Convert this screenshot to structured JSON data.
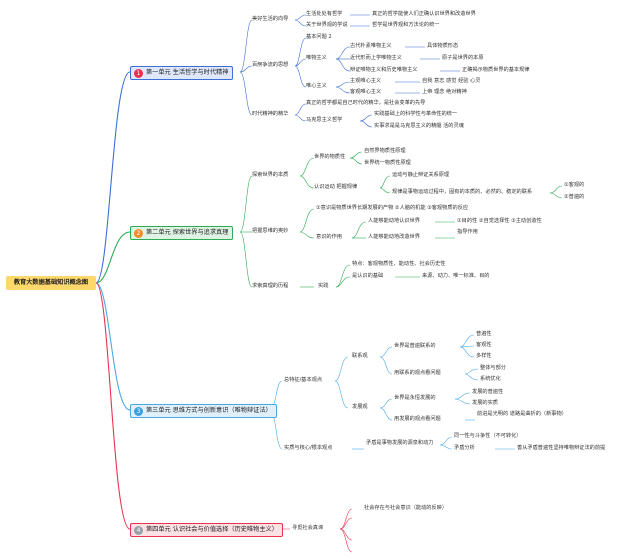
{
  "root": "教育大数据基础知识概念图",
  "colors": {
    "u1": "#3d6fd6",
    "u2": "#2faa55",
    "u3": "#4aa8e6",
    "u4": "#e8334f",
    "u1_bg": "#dfe8fb",
    "u2_bg": "#dff3e5",
    "u3_bg": "#e0f0fb",
    "u4_bg": "#fbe0e4"
  },
  "u1": {
    "num": "1",
    "title": "第一单元 生活哲学与时代精神",
    "b1": "美好生活的向导",
    "b1a": "生活处处有哲学",
    "b1a1": "真正的哲学能使人们正确认识世界和改造世界",
    "b1b": "关于世界观的学说",
    "b1b1": "哲学是世界观和方法论的统一",
    "b2": "百舸争流的思想",
    "b2a": "基本问题 2",
    "b2b": "唯物主义",
    "b2b1": "古代朴素唯物主义",
    "b2b1x": "具体物质形态",
    "b2b2": "近代形而上学唯物主义",
    "b2b2x": "原子是世界的本原",
    "b2b3": "辩证唯物主义和历史唯物主义",
    "b2b3x": "正确揭示物质世界的基本规律",
    "b2c": "唯心主义",
    "b2c1": "主观唯心主义",
    "b2c1x": "自我 意志 感觉 经验 心灵",
    "b2c2": "客观唯心主义",
    "b2c2x": "上帝 理念 绝对精神",
    "b3": "时代精神的精华",
    "b3a": "真正的哲学都是自己时代的精华，是社会变革的先导",
    "b3b": "马克思主义哲学",
    "b3b1": "实践基础上的科学性与革命性的统一",
    "b3b2": "实事求是是马克思主义的精髓 活的灵魂"
  },
  "u2": {
    "num": "2",
    "title": "第二单元 探索世界与追求真理",
    "b1": "探索世界的本质",
    "b1a": "世界的物质性",
    "b1a1": "自然界物质性原理",
    "b1a2": "世界统一物质性原理",
    "b1b": "认识运动 把握规律",
    "b1b1": "运动与静止辩证关系原理",
    "b1b2": "规律是事物运动过程中，固有的本质的、必然的、稳定的联系",
    "b1b2a": "①客观的",
    "b1b2b": "②普遍的",
    "b2": "把握思维的奥妙",
    "b2a": "①意识是物质世界长期发展的产物 ②人脑的机能 ③客观物质的反应",
    "b2b": "意识的作用",
    "b2b1": "人能够能动地认识世界",
    "b2b1x": "①目的性 ②自觉选择性 ③主动创造性",
    "b2b2": "人能够能动地改造世界",
    "b2b2x": "指导作用",
    "b3": "求索真理的历程",
    "b3a": "实践",
    "b3a1": "特点：客观物质性、能动性、社会历史性",
    "b3a2": "是认识的基础",
    "b3a2x": "来源、动力、唯一标准、目的"
  },
  "u3": {
    "num": "3",
    "title": "第三单元 思维方式与创新意识（唯物辩证法）",
    "b1": "总特征/基本观点",
    "b1a": "联系观",
    "b1a1": "世界是普遍联系的",
    "b1a1a": "普遍性",
    "b1a1b": "客观性",
    "b1a1c": "多样性",
    "b1a2": "用联系的观点看问题",
    "b1a2a": "整体与部分",
    "b1a2b": "系统优化",
    "b1b": "发展观",
    "b1b1": "世界是永恒发展的",
    "b1b1a": "发展的普遍性",
    "b1b1b": "发展的实质",
    "b1b2": "用发展的观点看问题",
    "b1b2a": "前进是光明的 道路是曲折的（新事物）",
    "b2": "实质与核心/根本观点",
    "b2a": "矛盾是事物发展的源泉和动力",
    "b2a1": "同一性与斗争性（不可转化）",
    "b2a2": "矛盾分析",
    "b2a2x": "善从矛盾普遍性坚持唯物辩证法的前提"
  },
  "u4": {
    "num": "4",
    "title": "第四单元 认识社会与价值选择（历史唯物主义）",
    "b1": "寻觅社会真谛",
    "b1a": "社会存在与社会意识（能动的反映）"
  }
}
